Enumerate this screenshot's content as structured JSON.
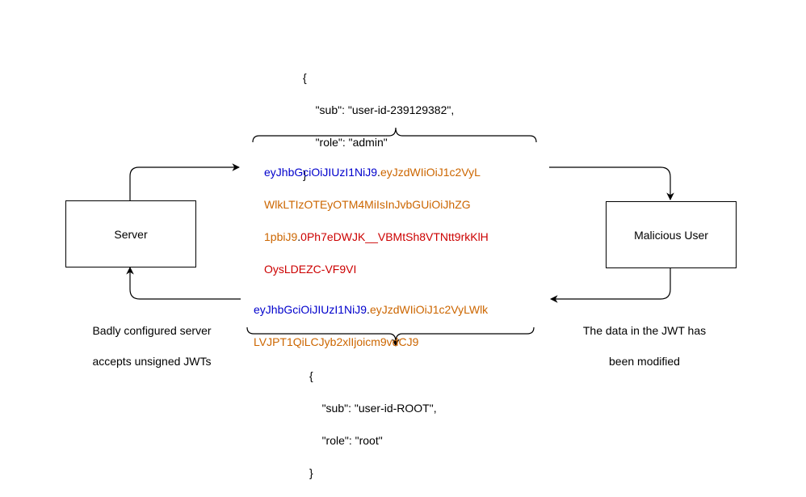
{
  "nodes": {
    "server": "Server",
    "malicious_user": "Malicious User"
  },
  "json_top": {
    "open": "{",
    "line1_key": "\"sub\"",
    "line1_val": "\"user-id-239129382\",",
    "line2_key": "\"role\"",
    "line2_val": "\"admin\"",
    "close": "}"
  },
  "json_bottom": {
    "open": "{",
    "line1_key": "\"sub\"",
    "line1_val": "\"user-id-ROOT\",",
    "line2_key": "\"role\"",
    "line2_val": "\"root\"",
    "close": "}"
  },
  "jwt_top": {
    "header": "eyJhbGciOiJIUzI1NiJ9",
    "dot1": ".",
    "payload_l1": "eyJzdWIiOiJ1c2VyL",
    "payload_l2": "WlkLTIzOTEyOTM4MiIsInJvbGUiOiJhZG",
    "payload_l3": "1pbiJ9",
    "dot2": ".",
    "sig_l3": "0Ph7eDWJK__VBMtSh8VTNtt9rkKlH",
    "sig_l4": "OysLDEZC-VF9VI"
  },
  "jwt_bottom": {
    "header": "eyJhbGciOiJIUzI1NiJ9",
    "dot1": ".",
    "payload_l1": "eyJzdWIiOiJ1c2VyLWlk",
    "payload_l2": "LVJPT1QiLCJyb2xlIjoicm9vdCJ9"
  },
  "captions": {
    "left_l1": "Badly configured server",
    "left_l2": "accepts unsigned JWTs",
    "right_l1": "The data in the JWT has",
    "right_l2": "been modified"
  },
  "colors": {
    "header": "#0000cc",
    "payload": "#cc6600",
    "signature": "#cc0000"
  }
}
